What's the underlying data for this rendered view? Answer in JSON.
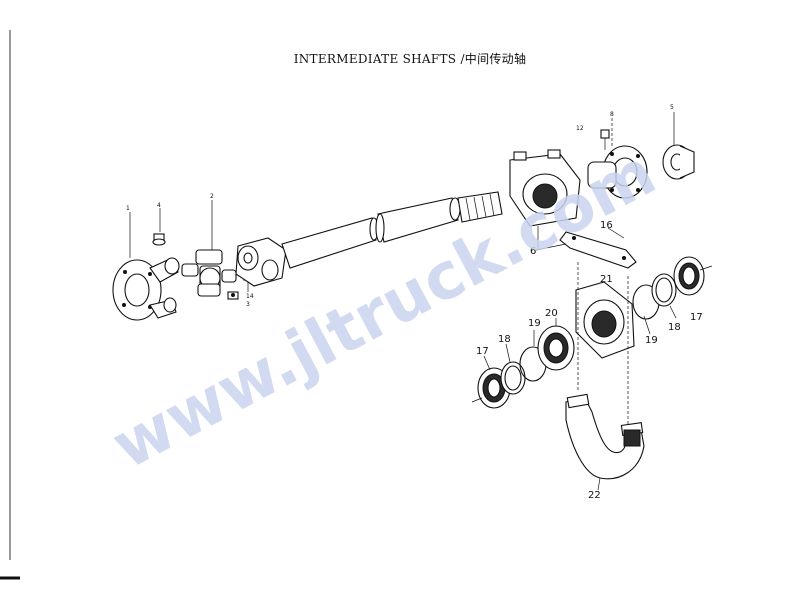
{
  "title": "INTERMEDIATE SHAFTS /中间传动轴",
  "watermark": "www.jltruck.com",
  "callouts": {
    "c1": "1",
    "c2": "2",
    "c3": "3",
    "c4": "4",
    "c5": "5",
    "c6": "6",
    "c8": "8",
    "c12": "12",
    "c14": "14",
    "c16": "16",
    "c17a": "17",
    "c17b": "17",
    "c18a": "18",
    "c18b": "18",
    "c19a": "19",
    "c19b": "19",
    "c20": "20",
    "c21": "21",
    "c22": "22"
  },
  "colors": {
    "ink": "#111111",
    "watermark": "#c9d4ee",
    "paper": "#ffffff"
  }
}
